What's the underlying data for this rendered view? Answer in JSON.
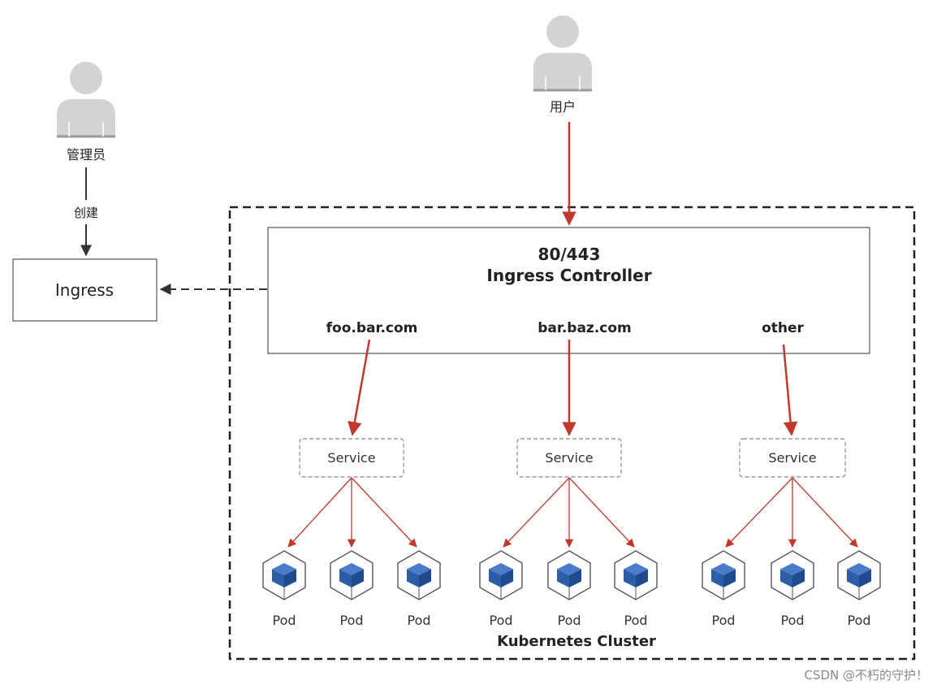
{
  "admin": {
    "label": "管理员",
    "edge_label": "创建"
  },
  "user": {
    "label": "用户"
  },
  "ingress": {
    "label": "Ingress"
  },
  "controller": {
    "port": "80/443",
    "title": "Ingress Controller",
    "hosts": [
      "foo.bar.com",
      "bar.baz.com",
      "other"
    ]
  },
  "services": [
    {
      "label": "Service",
      "pods": [
        "Pod",
        "Pod",
        "Pod"
      ]
    },
    {
      "label": "Service",
      "pods": [
        "Pod",
        "Pod",
        "Pod"
      ]
    },
    {
      "label": "Service",
      "pods": [
        "Pod",
        "Pod",
        "Pod"
      ]
    }
  ],
  "cluster": {
    "label": "Kubernetes Cluster"
  },
  "watermark": "CSDN @不朽的守护！",
  "colors": {
    "arrow_red": "#c0392b",
    "arrow_dark": "#333333",
    "person_gray": "#d3d3d3",
    "cube_blue": "#2c5ea8",
    "hex_outline": "#555555"
  },
  "icons": {
    "person": "person-icon",
    "pod": "kubernetes-pod-cube-icon"
  }
}
